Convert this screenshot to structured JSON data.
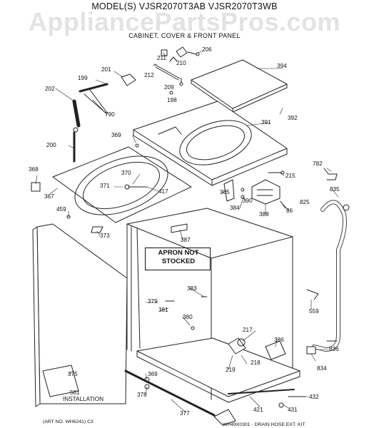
{
  "header": {
    "model_line": "MODEL(S) VJSR2070T3AB  VJSR2070T3WB",
    "section_title": "CABINET, COVER & FRONT PANEL"
  },
  "watermark": "AppliancePartsPros.com",
  "note_box": {
    "line1": "APRON NOT",
    "line2": "STOCKED"
  },
  "part_labels": [
    "206",
    "211",
    "210",
    "212",
    "209",
    "198",
    "394",
    "199",
    "201",
    "202",
    "790",
    "392",
    "391",
    "369",
    "200",
    "368",
    "367",
    "370",
    "371",
    "417",
    "782",
    "215",
    "385",
    "390",
    "384",
    "388",
    "86",
    "835",
    "825",
    "459",
    "373",
    "387",
    "383",
    "379",
    "381",
    "380",
    "217",
    "386",
    "559",
    "836",
    "834",
    "219",
    "218",
    "375",
    "369",
    "378",
    "377",
    "421",
    "432",
    "431",
    "561",
    "INSTALLATION"
  ],
  "footer": {
    "art_no": "(ART NO. WH6241) C3",
    "right_note": "WH49X0301 - DRAIN HOSE EXT. KIT"
  }
}
